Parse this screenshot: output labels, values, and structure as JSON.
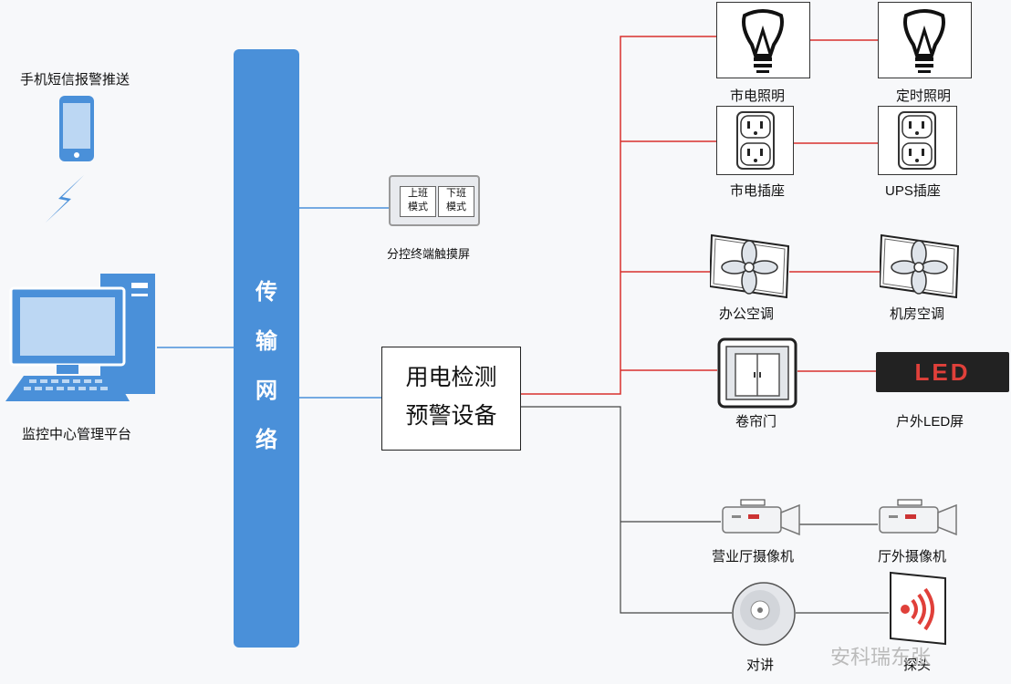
{
  "left": {
    "phone_label": "手机短信报警推送",
    "pc_label": "监控中心管理平台"
  },
  "bus": {
    "chars": [
      "传",
      "输",
      "网",
      "络"
    ]
  },
  "touch_panel": {
    "label": "分控终端触摸屏",
    "key_up": "上班\n模式",
    "key_down": "下班\n模式"
  },
  "device": {
    "line1": "用电检测",
    "line2": "预警设备"
  },
  "nodes": {
    "city_light": "市电照明",
    "timed_light": "定时照明",
    "city_socket": "市电插座",
    "ups_socket": "UPS插座",
    "office_ac": "办公空调",
    "room_ac": "机房空调",
    "shutter": "卷帘门",
    "outdoor_led": "户外LED屏",
    "led_text": "LED",
    "hall_camera": "营业厅摄像机",
    "outside_camera": "厅外摄像机",
    "intercom": "对讲",
    "probe": "探头"
  },
  "watermark": "安科瑞东张",
  "colors": {
    "bus": "#4a90d9",
    "wire_red": "#d9302c",
    "wire_blue": "#4a90d9",
    "wire_gray": "#444444"
  }
}
